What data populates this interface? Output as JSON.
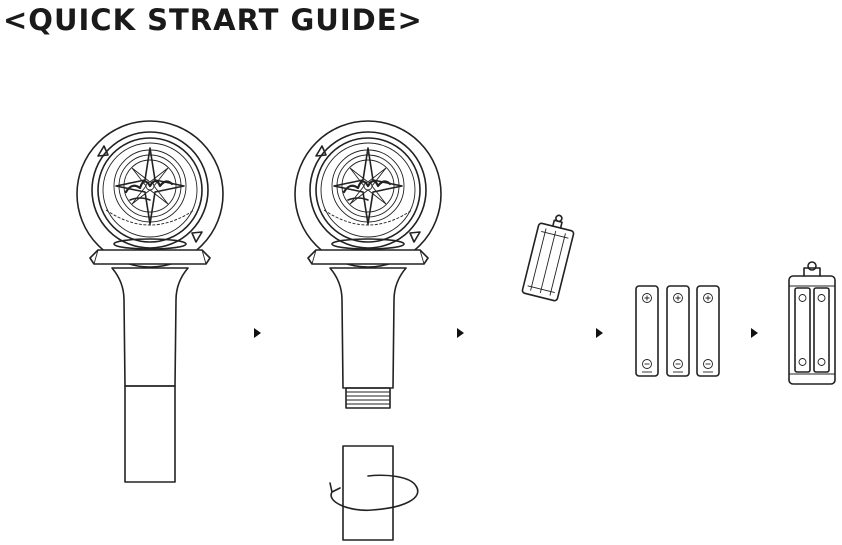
{
  "header": {
    "title": "<QUICK STRART GUIDE>"
  },
  "steps": [
    {
      "id": "assembled-lightstick"
    },
    {
      "id": "remove-handle-cap"
    },
    {
      "id": "battery-holder"
    },
    {
      "id": "insert-batteries"
    },
    {
      "id": "loaded-battery-holder"
    }
  ],
  "battery_count": 3,
  "colors": {
    "line": "#222222",
    "background": "#ffffff"
  },
  "icons": [
    "arrow-right-icon",
    "rotate-arrow-icon",
    "battery-icon",
    "compass-star-logo"
  ]
}
